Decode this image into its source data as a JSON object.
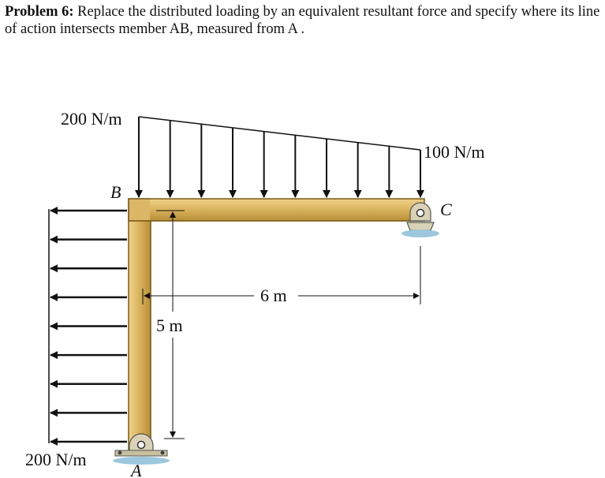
{
  "problem": {
    "label": "Problem 6:",
    "text": " Replace the distributed loading by an equivalent resultant force and specify where its line of action intersects member AB, measured from A ."
  },
  "labels": {
    "load_top_left": "200 N/m",
    "load_top_right": "100 N/m",
    "load_vertical": "200 N/m",
    "point_b": "B",
    "point_c": "C",
    "point_a": "A",
    "dim_horizontal": "6 m",
    "dim_vertical": "5 m"
  },
  "colors": {
    "beam_fill": "#d9b25c",
    "beam_edge": "#7a5b17",
    "support_fill": "#d9d2b6",
    "ground": "#9cc7dd",
    "arrow": "#111111"
  },
  "loads": {
    "top_arrow_count": 10,
    "side_arrow_count": 9
  }
}
